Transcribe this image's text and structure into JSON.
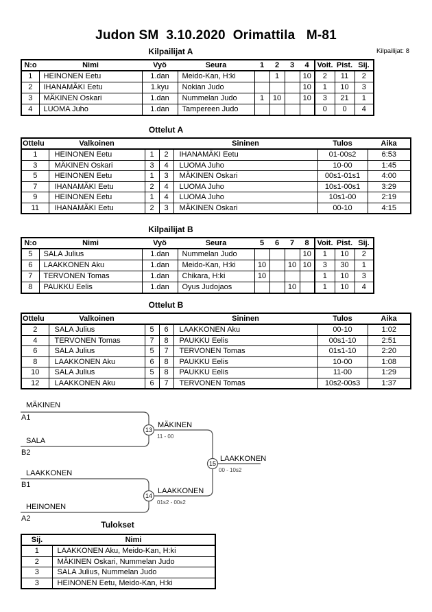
{
  "page": {
    "title": "Judon SM  3.10.2020  Orimattila   M-81",
    "competitors_note": "Kilpailijat: 8"
  },
  "sections": {
    "kilpailijatA": {
      "title": "Kilpailijat A",
      "headers": [
        "N:o",
        "Nimi",
        "Vyö",
        "Seura",
        "1",
        "2",
        "3",
        "4",
        "Voit.",
        "Pist.",
        "Sij."
      ],
      "rows": [
        [
          "1",
          "HEINONEN Eetu",
          "1.dan",
          "Meido-Kan, H:ki",
          "",
          "1",
          "",
          "10",
          "2",
          "11",
          "2"
        ],
        [
          "2",
          "IHANAMÄKI Eetu",
          "1.kyu",
          "Nokian Judo",
          "",
          "",
          "",
          "10",
          "1",
          "10",
          "3"
        ],
        [
          "3",
          "MÄKINEN Oskari",
          "1.dan",
          "Nummelan Judo",
          "1",
          "10",
          "",
          "10",
          "3",
          "21",
          "1"
        ],
        [
          "4",
          "LUOMA Juho",
          "1.dan",
          "Tampereen Judo",
          "",
          "",
          "",
          "",
          "0",
          "0",
          "4"
        ]
      ]
    },
    "ottelutA": {
      "title": "Ottelut A",
      "headers": [
        "Ottelu",
        "Valkoinen",
        "",
        "",
        "Sininen",
        "Tulos",
        "Aika"
      ],
      "rows": [
        [
          "1",
          "HEINONEN Eetu",
          "1",
          "2",
          "IHANAMÄKI Eetu",
          "01-00s2",
          "6:53"
        ],
        [
          "3",
          "MÄKINEN Oskari",
          "3",
          "4",
          "LUOMA Juho",
          "10-00",
          "1:45"
        ],
        [
          "5",
          "HEINONEN Eetu",
          "1",
          "3",
          "MÄKINEN Oskari",
          "00s1-01s1",
          "4:00"
        ],
        [
          "7",
          "IHANAMÄKI Eetu",
          "2",
          "4",
          "LUOMA Juho",
          "10s1-00s1",
          "3:29"
        ],
        [
          "9",
          "HEINONEN Eetu",
          "1",
          "4",
          "LUOMA Juho",
          "10s1-00",
          "2:19"
        ],
        [
          "11",
          "IHANAMÄKI Eetu",
          "2",
          "3",
          "MÄKINEN Oskari",
          "00-10",
          "4:15"
        ]
      ]
    },
    "kilpailijatB": {
      "title": "Kilpailijat B",
      "headers": [
        "N:o",
        "Nimi",
        "Vyö",
        "Seura",
        "5",
        "6",
        "7",
        "8",
        "Voit.",
        "Pist.",
        "Sij."
      ],
      "rows": [
        [
          "5",
          "SALA Julius",
          "1.dan",
          "Nummelan Judo",
          "",
          "",
          "",
          "10",
          "1",
          "10",
          "2"
        ],
        [
          "6",
          "LAAKKONEN Aku",
          "1.dan",
          "Meido-Kan, H:ki",
          "10",
          "",
          "10",
          "10",
          "3",
          "30",
          "1"
        ],
        [
          "7",
          "TERVONEN Tomas",
          "1.dan",
          "Chikara, H:ki",
          "10",
          "",
          "",
          "",
          "1",
          "10",
          "3"
        ],
        [
          "8",
          "PAUKKU Eelis",
          "1.dan",
          "Oyus Judojaos",
          "",
          "",
          "10",
          "",
          "1",
          "10",
          "4"
        ]
      ]
    },
    "ottelutB": {
      "title": "Ottelut B",
      "headers": [
        "Ottelu",
        "Valkoinen",
        "",
        "",
        "Sininen",
        "Tulos",
        "Aika"
      ],
      "rows": [
        [
          "2",
          "SALA Julius",
          "5",
          "6",
          "LAAKKONEN Aku",
          "00-10",
          "1:02"
        ],
        [
          "4",
          "TERVONEN Tomas",
          "7",
          "8",
          "PAUKKU Eelis",
          "00s1-10",
          "2:51"
        ],
        [
          "6",
          "SALA Julius",
          "5",
          "7",
          "TERVONEN Tomas",
          "01s1-10",
          "2:20"
        ],
        [
          "8",
          "LAAKKONEN Aku",
          "6",
          "8",
          "PAUKKU Eelis",
          "10-00",
          "1:08"
        ],
        [
          "10",
          "SALA Julius",
          "5",
          "8",
          "PAUKKU Eelis",
          "11-00",
          "1:29"
        ],
        [
          "12",
          "LAAKKONEN Aku",
          "6",
          "7",
          "TERVONEN Tomas",
          "10s2-00s3",
          "1:37"
        ]
      ]
    },
    "tulokset": {
      "title": "Tulokset",
      "headers": [
        "Sij.",
        "Nimi"
      ],
      "rows": [
        [
          "1",
          "LAAKKONEN Aku, Meido-Kan, H:ki"
        ],
        [
          "2",
          "MÄKINEN Oskari, Nummelan Judo"
        ],
        [
          "3",
          "SALA Julius, Nummelan Judo"
        ],
        [
          "3",
          "HEINONEN Eetu, Meido-Kan, H:ki"
        ]
      ]
    }
  },
  "bracket": {
    "slots": [
      {
        "name": "MÄKINEN",
        "code": "A1"
      },
      {
        "name": "SALA",
        "code": "B2"
      },
      {
        "name": "LAAKKONEN",
        "code": "B1"
      },
      {
        "name": "HEINONEN",
        "code": "A2"
      }
    ],
    "matches": {
      "m13": {
        "no": "13",
        "winner": "MÄKINEN",
        "score": "11 - 00"
      },
      "m14": {
        "no": "14",
        "winner": "LAAKKONEN",
        "score": "01s2 - 00s2"
      },
      "m15": {
        "no": "15",
        "winner": "LAAKKONEN",
        "score": "00 - 10s2"
      }
    }
  }
}
